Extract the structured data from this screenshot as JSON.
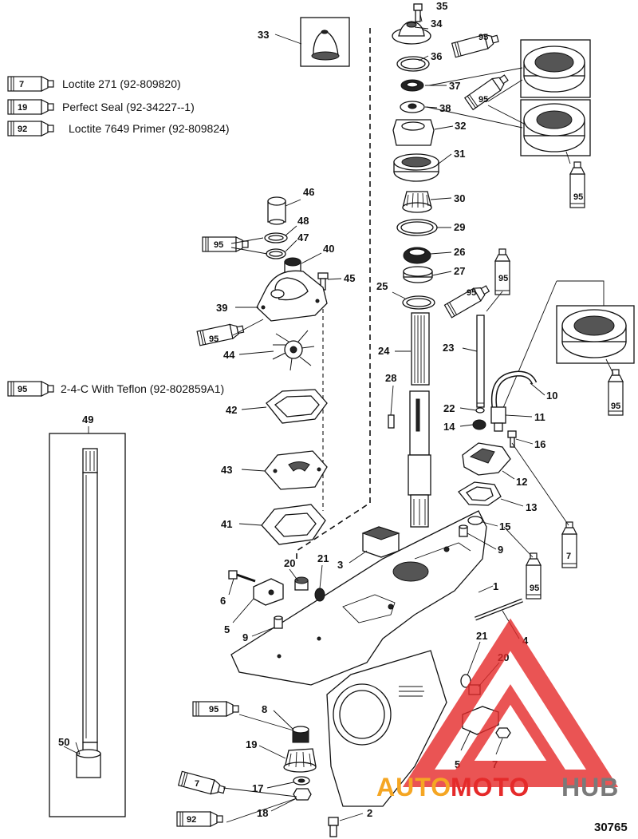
{
  "legend": [
    {
      "code": "7",
      "product": "Loctite 271 (92-809820)"
    },
    {
      "code": "19",
      "product": "Perfect Seal (92-34227--1)"
    },
    {
      "code": "92",
      "product": "Loctite 7649 Primer (92-809824)"
    },
    {
      "code": "95",
      "product": "2-4-C With Teflon (92-802859A1)"
    }
  ],
  "callouts": {
    "c1": "1",
    "c2": "2",
    "c3": "3",
    "c4": "4",
    "c5a": "5",
    "c5b": "5",
    "c6": "6",
    "c7": "7",
    "c8": "8",
    "c9a": "9",
    "c9b": "9",
    "c10": "10",
    "c11": "11",
    "c12": "12",
    "c13": "13",
    "c14": "14",
    "c15": "15",
    "c16": "16",
    "c17": "17",
    "c18": "18",
    "c19": "19",
    "c20a": "20",
    "c20b": "20",
    "c21a": "21",
    "c21b": "21",
    "c22": "22",
    "c23": "23",
    "c24": "24",
    "c25": "25",
    "c26": "26",
    "c27": "27",
    "c28": "28",
    "c29": "29",
    "c30": "30",
    "c31": "31",
    "c32": "32",
    "c33": "33",
    "c34": "34",
    "c35": "35",
    "c36": "36",
    "c37": "37",
    "c38": "38",
    "c39": "39",
    "c40": "40",
    "c41": "41",
    "c42": "42",
    "c43": "43",
    "c44": "44",
    "c45": "45",
    "c46": "46",
    "c47": "47",
    "c48": "48",
    "c49": "49",
    "c50": "50"
  },
  "tubes": {
    "t95": "95",
    "t7": "7",
    "t92": "92"
  },
  "figure_number": "30765",
  "watermark": {
    "part1": "AUTO",
    "part2": "MOTO",
    "part3": "HUB",
    "color_red": "#e52a2a",
    "color_orange": "#f5a623",
    "color_gray": "#7a7a7a"
  }
}
